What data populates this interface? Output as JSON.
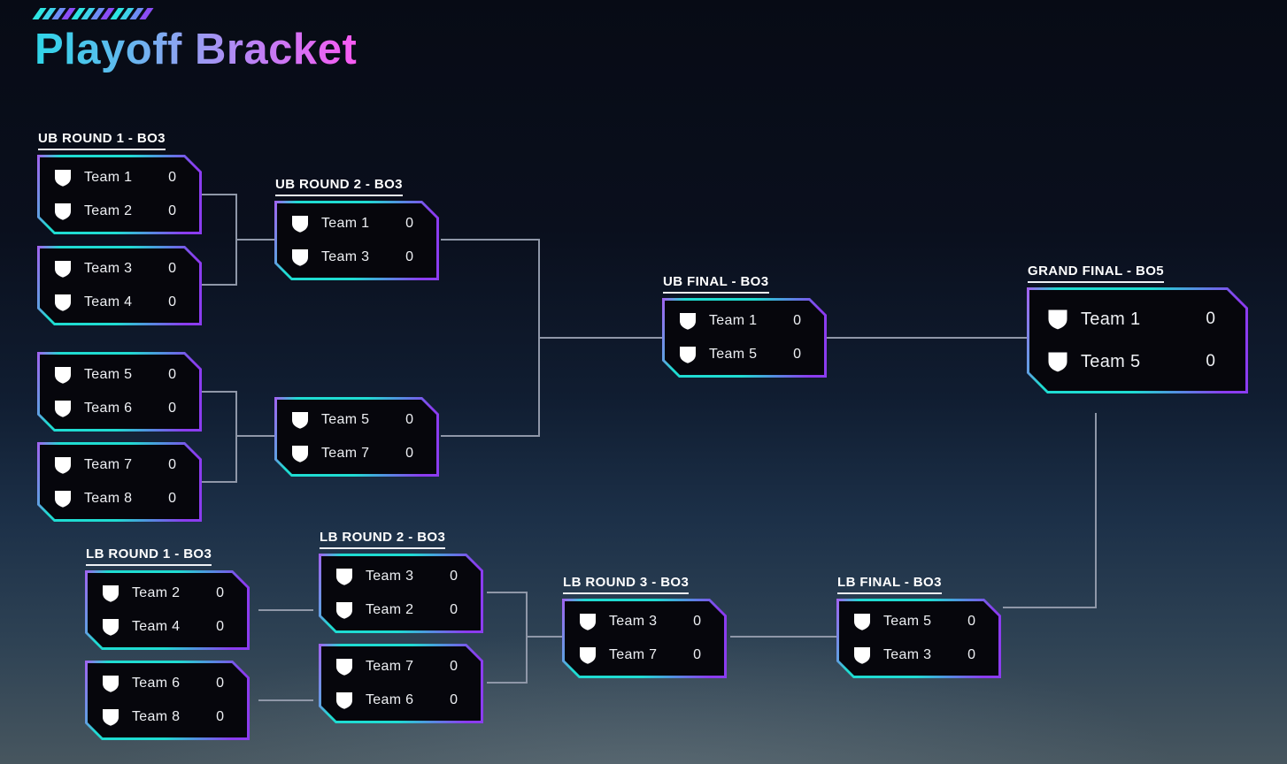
{
  "header": {
    "title": "Playoff Bracket"
  },
  "colors": {
    "background_top": "#070b15",
    "background_bottom": "#47565f",
    "box_fill": "#06060c",
    "border_cyan": "#1fdcd2",
    "border_purple": "#8b3cf0",
    "connector_line": "#8f97a8",
    "title_gradient_start": "#2fd6e8",
    "title_gradient_end": "#f95af2",
    "text": "#ffffff"
  },
  "icons": {
    "team": "shield-icon",
    "decoration": "slash-icon"
  },
  "matches": [
    {
      "label": "UB ROUND 1 - BO3",
      "teams": [
        {
          "name": "Team 1",
          "score": "0"
        },
        {
          "name": "Team 2",
          "score": "0"
        }
      ]
    },
    {
      "label": "",
      "teams": [
        {
          "name": "Team 3",
          "score": "0"
        },
        {
          "name": "Team 4",
          "score": "0"
        }
      ]
    },
    {
      "label": "",
      "teams": [
        {
          "name": "Team 5",
          "score": "0"
        },
        {
          "name": "Team 6",
          "score": "0"
        }
      ]
    },
    {
      "label": "",
      "teams": [
        {
          "name": "Team 7",
          "score": "0"
        },
        {
          "name": "Team 8",
          "score": "0"
        }
      ]
    },
    {
      "label": "UB ROUND 2 - BO3",
      "teams": [
        {
          "name": "Team 1",
          "score": "0"
        },
        {
          "name": "Team 3",
          "score": "0"
        }
      ]
    },
    {
      "label": "",
      "teams": [
        {
          "name": "Team 5",
          "score": "0"
        },
        {
          "name": "Team 7",
          "score": "0"
        }
      ]
    },
    {
      "label": "UB FINAL - BO3",
      "teams": [
        {
          "name": "Team 1",
          "score": "0"
        },
        {
          "name": "Team 5",
          "score": "0"
        }
      ]
    },
    {
      "label": "GRAND FINAL - BO5",
      "teams": [
        {
          "name": "Team 1",
          "score": "0"
        },
        {
          "name": "Team 5",
          "score": "0"
        }
      ]
    },
    {
      "label": "LB ROUND 1 - BO3",
      "teams": [
        {
          "name": "Team 2",
          "score": "0"
        },
        {
          "name": "Team 4",
          "score": "0"
        }
      ]
    },
    {
      "label": "",
      "teams": [
        {
          "name": "Team 6",
          "score": "0"
        },
        {
          "name": "Team 8",
          "score": "0"
        }
      ]
    },
    {
      "label": "LB ROUND 2 - BO3",
      "teams": [
        {
          "name": "Team 3",
          "score": "0"
        },
        {
          "name": "Team 2",
          "score": "0"
        }
      ]
    },
    {
      "label": "",
      "teams": [
        {
          "name": "Team 7",
          "score": "0"
        },
        {
          "name": "Team 6",
          "score": "0"
        }
      ]
    },
    {
      "label": "LB ROUND 3 - BO3",
      "teams": [
        {
          "name": "Team 3",
          "score": "0"
        },
        {
          "name": "Team 7",
          "score": "0"
        }
      ]
    },
    {
      "label": "LB FINAL - BO3",
      "teams": [
        {
          "name": "Team 5",
          "score": "0"
        },
        {
          "name": "Team 3",
          "score": "0"
        }
      ]
    }
  ]
}
